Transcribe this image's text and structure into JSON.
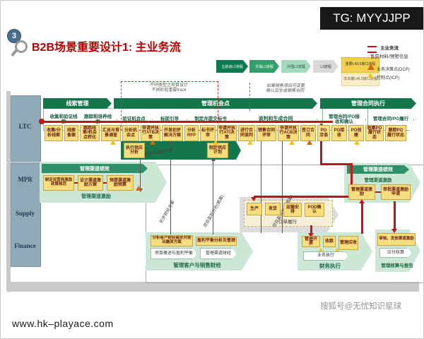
{
  "tg_label": "TG: MYYJJPP",
  "badge": "3",
  "title": "B2B场景重要设计1: 主业务流",
  "legend": {
    "chevrons": [
      {
        "label": "主航道L2流程",
        "color": "#0c7a4e"
      },
      {
        "label": "交易L2流程",
        "color": "#33a06c"
      },
      {
        "label": "外围L2流程",
        "color": "#a6d8bb"
      },
      {
        "label": "L3流程",
        "color": "#d9d9d9"
      }
    ],
    "interface_boxes": [
      {
        "label": "重要L4/L5接口流程",
        "color": "#f2cf4e"
      },
      {
        "label": "非关键L4/L5接口流程",
        "color": "#faeec6"
      }
    ],
    "items": [
      {
        "icon": "red-double-line",
        "label": "主业务流"
      },
      {
        "icon": "none",
        "label": "售前材料/预警信息"
      },
      {
        "icon": "orange-triangle",
        "label": "业务决策点(DCP)"
      },
      {
        "icon": "yellow-triangle",
        "label": "控制点(ICP)"
      }
    ]
  },
  "annotations": {
    "note1_line1": "不同类型之项目设计",
    "note1_line2": "不同阶段重要track",
    "note2_line1": "如果销售项目可变更",
    "note2_line2": "确认后生成销售合同",
    "rotated": [
      "初步财经方案",
      "项目盈利分析(概算)",
      "项目盈利分析(概算)",
      "运营商激励方案"
    ]
  },
  "lanes": [
    {
      "label": "LTC"
    },
    {
      "label": "MPR"
    },
    {
      "label": "Supply"
    },
    {
      "label": "Finance"
    }
  ],
  "ltc": {
    "headers": [
      {
        "label": "线索管理"
      },
      {
        "label": "管理机会点"
      },
      {
        "label": "管理合同执行"
      }
    ],
    "chevrons": [
      "收集和验证线索",
      "跟踪和培养线索",
      "验证机会点",
      "标前引导",
      "制定并提交标书",
      "谈判和生成合同",
      "管理合同/PO接收和确认",
      "管理合同/PO履行"
    ],
    "tasks": [
      "收集/分析线索",
      "线索备案",
      "跟踪线索/机会点转化",
      "汇总与背景调查",
      "分析机会点",
      "申请并执行ATB决策",
      "开发初步解决方案",
      "分析RFP",
      "标书评审",
      "申请并执行ATI决策",
      "进行合同谈判",
      "销售合同评审",
      "申请并执行ACB决策",
      "签订合同",
      "PO洽谈",
      "PO接收",
      "PO创建",
      "收集PO履行状态",
      "跟踪PO履行状态"
    ]
  },
  "supply_plan": {
    "tasks": [
      "执行供应分析",
      "制定供应计划"
    ]
  },
  "mpr_left": {
    "header": "管理渠道绩效",
    "tasks": [
      "制定运营商激励政策规范",
      "设计渠道激励方案",
      "预提渠道激励预算"
    ],
    "sub_label": "管理渠道激励"
  },
  "mpr_right": {
    "header": "管理渠道绩效",
    "sub_label": "管理渠道激励",
    "tasks": [
      "管理渠道激励",
      "审批渠道激励申请"
    ]
  },
  "supply": {
    "order_steps": [
      "生产",
      "发货",
      "运输安排",
      "POD确认"
    ],
    "label": "订单履行"
  },
  "finance_left": {
    "tasks": [
      "分析客户财经需求并提出融资方案",
      "盈利平衡分析及管理"
    ],
    "chevrons": [
      "项目概述与盈利平衡",
      "管理渠道财经"
    ],
    "label": "管理客户与销售财经"
  },
  "finance_mid": {
    "tasks": [
      "管理开票",
      "收款",
      "管理应收"
    ],
    "chevron": "业务执行",
    "label": "财务执行"
  },
  "finance_right": {
    "task": "审核、发放渠道激励",
    "chevron": "应付核算",
    "label": "管理核算与报告"
  },
  "footer": {
    "watermark": "搜狐号@无忧知识星球",
    "url": "www.hk–playace.com"
  },
  "colors": {
    "accent_red": "#c0151b",
    "header_green": "#15764b",
    "band_green": "#cde7d6",
    "task_yellow": "#f6dd7d",
    "sidebar_blue": "#8fa9b7",
    "title_red": "#b30000",
    "tg_black": "#181818"
  }
}
